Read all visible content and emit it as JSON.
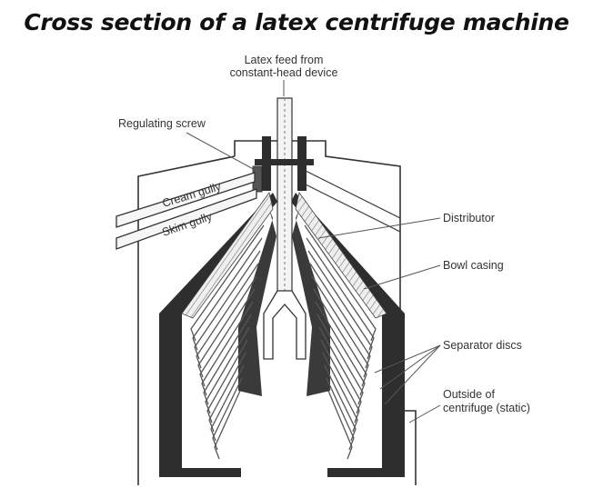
{
  "title": "Cross section of a latex centrifuge machine",
  "labels": {
    "feed_line1": "Latex feed from",
    "feed_line2": "constant-head device",
    "regulating_screw": "Regulating screw",
    "cream_gully": "Cream gully",
    "skim_gully": "Skim gully",
    "distributor": "Distributor",
    "bowl_casing": "Bowl casing",
    "separator_discs": "Separator discs",
    "outside_line1": "Outside of",
    "outside_line2": "centrifuge (static)"
  }
}
